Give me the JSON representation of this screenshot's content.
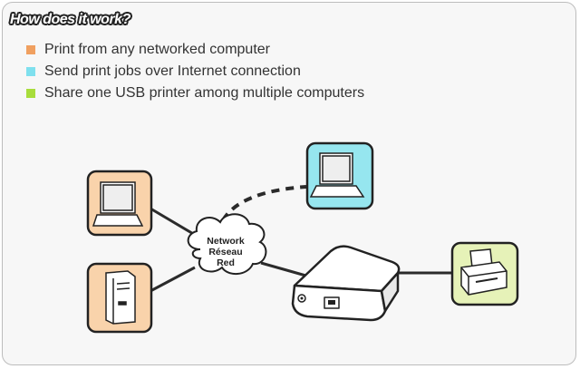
{
  "title": "How does it work?",
  "bullets": [
    {
      "text": "Print from any networked computer",
      "color": "#f0a060"
    },
    {
      "text": "Send print jobs over Internet connection",
      "color": "#7fe0ee"
    },
    {
      "text": "Share one USB printer among multiple computers",
      "color": "#a8dd3c"
    }
  ],
  "cloud_label": [
    "Network",
    "Réseau",
    "Red"
  ],
  "colors": {
    "orange_box": "#f9d3ab",
    "cyan_box": "#96e6ef",
    "green_box": "#e6f2b8",
    "panel": "#f7f7f7"
  },
  "icons": [
    "laptop-icon",
    "desktop-tower-icon",
    "laptop-icon",
    "print-server-icon",
    "printer-icon",
    "cloud-icon"
  ]
}
